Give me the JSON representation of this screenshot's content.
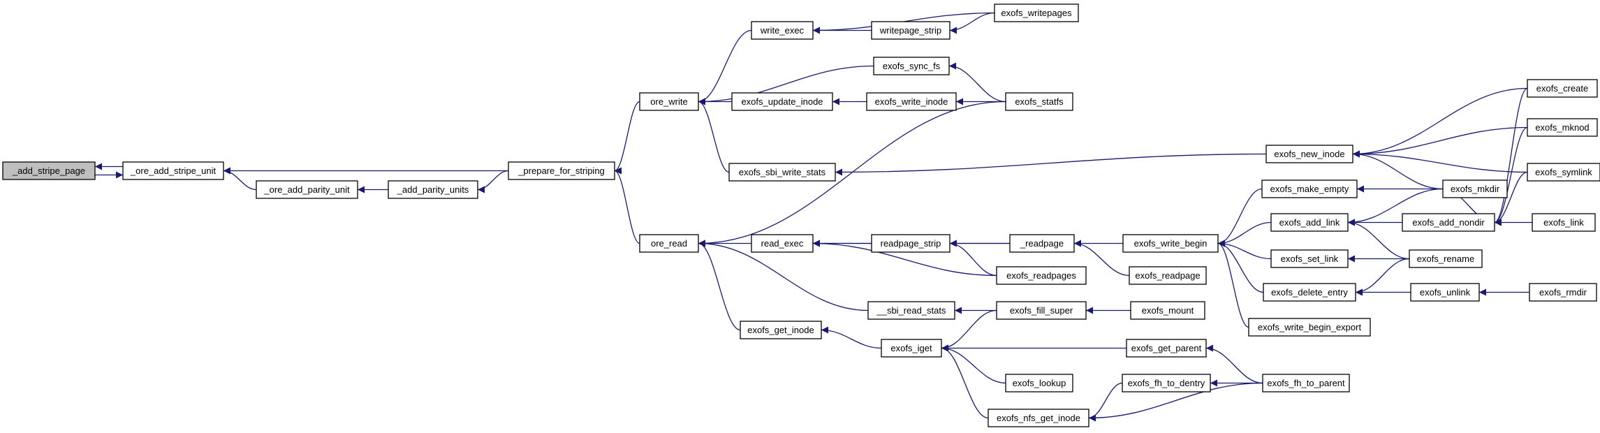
{
  "graph": {
    "colors": {
      "edge": "#191970",
      "node_fill": "#ffffff",
      "node_border": "#000000",
      "highlight_fill": "#bfbfbf"
    },
    "nodes": [
      {
        "id": "n0",
        "label": "_add_stripe_page",
        "highlight": true
      },
      {
        "id": "n1",
        "label": "_ore_add_stripe_unit"
      },
      {
        "id": "n2",
        "label": "_prepare_for_striping"
      },
      {
        "id": "n3",
        "label": "_ore_add_parity_unit"
      },
      {
        "id": "n4",
        "label": "_add_parity_units"
      },
      {
        "id": "n5",
        "label": "ore_write"
      },
      {
        "id": "n6",
        "label": "ore_read"
      },
      {
        "id": "n7",
        "label": "write_exec"
      },
      {
        "id": "n8",
        "label": "writepage_strip"
      },
      {
        "id": "n9",
        "label": "exofs_writepages"
      },
      {
        "id": "n10",
        "label": "exofs_sync_fs"
      },
      {
        "id": "n11",
        "label": "exofs_update_inode"
      },
      {
        "id": "n12",
        "label": "exofs_write_inode"
      },
      {
        "id": "n13",
        "label": "exofs_statfs"
      },
      {
        "id": "n14",
        "label": "exofs_sbi_write_stats"
      },
      {
        "id": "n15",
        "label": "exofs_new_inode"
      },
      {
        "id": "n16",
        "label": "exofs_create"
      },
      {
        "id": "n17",
        "label": "exofs_mknod"
      },
      {
        "id": "n18",
        "label": "exofs_symlink"
      },
      {
        "id": "n19",
        "label": "exofs_make_empty"
      },
      {
        "id": "n20",
        "label": "exofs_mkdir"
      },
      {
        "id": "n21",
        "label": "exofs_add_link"
      },
      {
        "id": "n22",
        "label": "exofs_add_nondir"
      },
      {
        "id": "n23",
        "label": "exofs_link"
      },
      {
        "id": "n24",
        "label": "read_exec"
      },
      {
        "id": "n25",
        "label": "readpage_strip"
      },
      {
        "id": "n26",
        "label": "_readpage"
      },
      {
        "id": "n27",
        "label": "exofs_write_begin"
      },
      {
        "id": "n28",
        "label": "exofs_readpages"
      },
      {
        "id": "n29",
        "label": "exofs_readpage"
      },
      {
        "id": "n30",
        "label": "exofs_set_link"
      },
      {
        "id": "n31",
        "label": "exofs_rename"
      },
      {
        "id": "n32",
        "label": "exofs_delete_entry"
      },
      {
        "id": "n33",
        "label": "exofs_unlink"
      },
      {
        "id": "n34",
        "label": "exofs_rmdir"
      },
      {
        "id": "n35",
        "label": "exofs_write_begin_export"
      },
      {
        "id": "n36",
        "label": "__sbi_read_stats"
      },
      {
        "id": "n37",
        "label": "exofs_fill_super"
      },
      {
        "id": "n38",
        "label": "exofs_mount"
      },
      {
        "id": "n39",
        "label": "exofs_get_inode"
      },
      {
        "id": "n40",
        "label": "exofs_iget"
      },
      {
        "id": "n41",
        "label": "exofs_get_parent"
      },
      {
        "id": "n42",
        "label": "exofs_lookup"
      },
      {
        "id": "n43",
        "label": "exofs_fh_to_dentry"
      },
      {
        "id": "n44",
        "label": "exofs_fh_to_parent"
      },
      {
        "id": "n45",
        "label": "exofs_nfs_get_inode"
      }
    ],
    "edges": [
      [
        "n1",
        "n0"
      ],
      [
        "n0",
        "n1"
      ],
      [
        "n2",
        "n1"
      ],
      [
        "n3",
        "n1"
      ],
      [
        "n4",
        "n3"
      ],
      [
        "n2",
        "n4"
      ],
      [
        "n5",
        "n2"
      ],
      [
        "n6",
        "n2"
      ],
      [
        "n7",
        "n5"
      ],
      [
        "n10",
        "n5"
      ],
      [
        "n11",
        "n5"
      ],
      [
        "n14",
        "n5"
      ],
      [
        "n9",
        "n7"
      ],
      [
        "n8",
        "n7"
      ],
      [
        "n9",
        "n8"
      ],
      [
        "n13",
        "n10"
      ],
      [
        "n12",
        "n11"
      ],
      [
        "n13",
        "n12"
      ],
      [
        "n15",
        "n14"
      ],
      [
        "n16",
        "n15"
      ],
      [
        "n17",
        "n15"
      ],
      [
        "n18",
        "n15"
      ],
      [
        "n20",
        "n15"
      ],
      [
        "n13",
        "n6"
      ],
      [
        "n24",
        "n6"
      ],
      [
        "n36",
        "n6"
      ],
      [
        "n39",
        "n6"
      ],
      [
        "n26",
        "n24"
      ],
      [
        "n25",
        "n24"
      ],
      [
        "n28",
        "n24"
      ],
      [
        "n26",
        "n25"
      ],
      [
        "n28",
        "n25"
      ],
      [
        "n27",
        "n26"
      ],
      [
        "n29",
        "n26"
      ],
      [
        "n19",
        "n27"
      ],
      [
        "n21",
        "n27"
      ],
      [
        "n30",
        "n27"
      ],
      [
        "n32",
        "n27"
      ],
      [
        "n35",
        "n27"
      ],
      [
        "n20",
        "n19"
      ],
      [
        "n20",
        "n21"
      ],
      [
        "n22",
        "n21"
      ],
      [
        "n31",
        "n21"
      ],
      [
        "n31",
        "n30"
      ],
      [
        "n31",
        "n32"
      ],
      [
        "n33",
        "n32"
      ],
      [
        "n34",
        "n33"
      ],
      [
        "n16",
        "n22"
      ],
      [
        "n17",
        "n22"
      ],
      [
        "n18",
        "n22"
      ],
      [
        "n20",
        "n22"
      ],
      [
        "n23",
        "n22"
      ],
      [
        "n37",
        "n36"
      ],
      [
        "n38",
        "n37"
      ],
      [
        "n40",
        "n39"
      ],
      [
        "n37",
        "n40"
      ],
      [
        "n41",
        "n40"
      ],
      [
        "n42",
        "n40"
      ],
      [
        "n45",
        "n40"
      ],
      [
        "n44",
        "n41"
      ],
      [
        "n44",
        "n43"
      ],
      [
        "n43",
        "n45"
      ],
      [
        "n44",
        "n45"
      ]
    ]
  }
}
